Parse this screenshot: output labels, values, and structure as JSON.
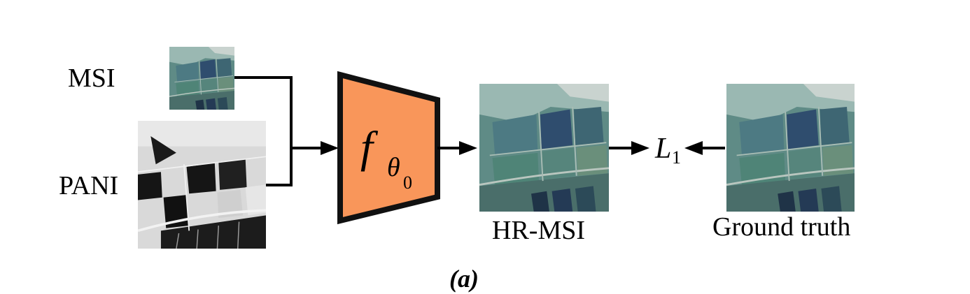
{
  "labels": {
    "msi": "MSI",
    "pan": "PANI",
    "hr_msi": "HR-MSI",
    "ground_truth": "Ground truth",
    "caption": "(a)"
  },
  "network": {
    "func": "f",
    "sub": "θ",
    "subsub": "0",
    "fill": "#f9965a"
  },
  "loss": {
    "letter": "L",
    "sub": "1"
  }
}
